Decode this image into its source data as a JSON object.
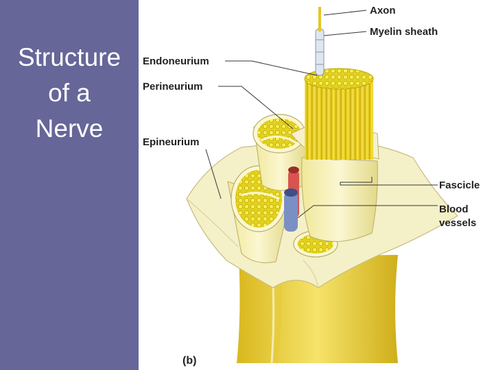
{
  "slide": {
    "title_lines": [
      "Structure",
      "of a",
      "Nerve"
    ],
    "panel_color": "#666699"
  },
  "diagram": {
    "labels": {
      "axon": "Axon",
      "myelin_sheath": "Myelin sheath",
      "endoneurium": "Endoneurium",
      "perineurium": "Perineurium",
      "epineurium": "Epineurium",
      "fascicle": "Fascicle",
      "blood_vessels_line1": "Blood",
      "blood_vessels_line2": "vessels",
      "panel": "(b)"
    },
    "colors": {
      "nerve_yellow": "#e9d23a",
      "sheath_cream": "#f4f0c8",
      "artery_red": "#d9534f",
      "vein_blue": "#7a8fc4"
    }
  }
}
